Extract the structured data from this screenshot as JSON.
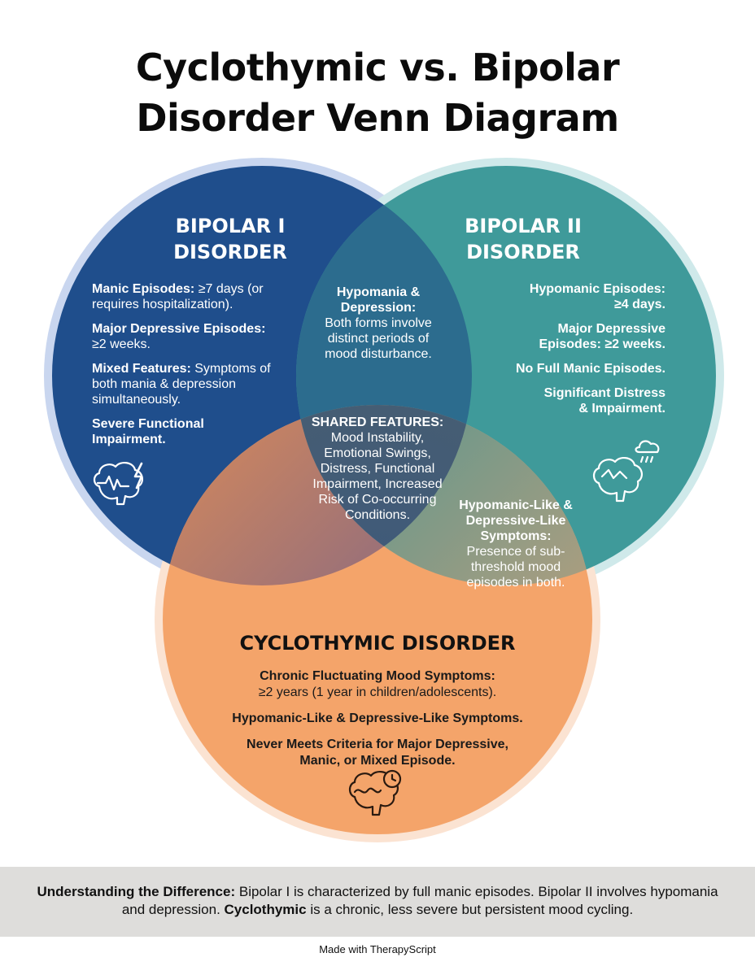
{
  "title": {
    "line1": "Cyclothymic vs. Bipolar",
    "line2": "Disorder Venn Diagram"
  },
  "bipolar1": {
    "heading_line1": "BIPOLAR I",
    "heading_line2": "DISORDER",
    "items": [
      {
        "label": "Manic Episodes:",
        "text": " ≥7 days (or requires hospitalization)."
      },
      {
        "label": "Major Depressive Episodes:",
        "text": " ≥2 weeks."
      },
      {
        "label": "Mixed Features:",
        "text": " Symptoms of both mania & depression simultaneously."
      },
      {
        "label": "Severe Functional Impairment.",
        "text": ""
      }
    ],
    "icon": "brain-lightning-icon",
    "color": "#1f4e8c"
  },
  "bipolar2": {
    "heading_line1": "BIPOLAR II",
    "heading_line2": "DISORDER",
    "items": [
      {
        "text": "Hypomanic Episodes: ≥4 days."
      },
      {
        "text": "Major Depressive Episodes: ≥2 weeks."
      },
      {
        "text": "No Full Manic Episodes."
      },
      {
        "text": "Significant Distress & Impairment."
      }
    ],
    "icon": "brain-raincloud-icon",
    "color": "#3f9a9a"
  },
  "cyclothymic": {
    "heading": "CYCLOTHYMIC DISORDER",
    "items": [
      {
        "label": "Chronic Fluctuating Mood Symptoms:",
        "text": "≥2 years (1 year in children/adolescents)."
      },
      {
        "label": "Hypomanic-Like & Depressive-Like Symptoms.",
        "text": ""
      },
      {
        "label": "Never Meets Criteria for Major Depressive, Manic, or Mixed Episode.",
        "text": ""
      }
    ],
    "icon": "brain-clock-icon",
    "color": "#f4a46a"
  },
  "overlap_b1_b2": {
    "label": "Hypomania & Depression:",
    "text": "Both forms involve distinct periods of mood disturbance."
  },
  "overlap_b2_cy": {
    "label": "Hypomanic-Like & Depressive-Like Symptoms:",
    "text": "Presence of sub-threshold mood episodes in both."
  },
  "shared": {
    "label": "SHARED FEATURES:",
    "text": "Mood Instability, Emotional Swings, Distress, Functional Impairment, Increased Risk of Co-occurring Conditions."
  },
  "footer": {
    "part1_bold": "Understanding the Difference:",
    "part1": " Bipolar I is characterized by full manic episodes. Bipolar II involves hypomania and depression. ",
    "part2_bold": "Cyclothymic",
    "part2": " is a chronic, less severe but persistent mood cycling."
  },
  "made_with": "Made with TherapyScript"
}
